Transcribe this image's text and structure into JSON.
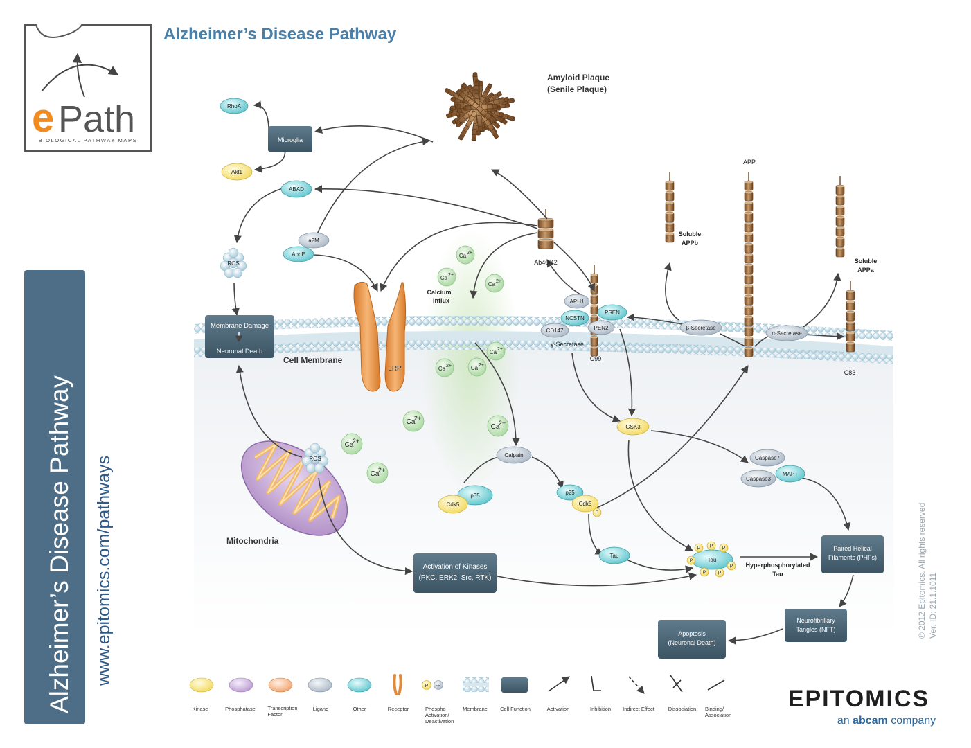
{
  "title": "Alzheimer’s Disease Pathway",
  "logo": {
    "main": "ePath",
    "sub": "BIOLOGICAL PATHWAY MAPS"
  },
  "sidebar": {
    "title": "Alzheimer’s Disease Pathway",
    "url": "www.epitomics.com/pathways"
  },
  "copyright": {
    "line1": "© 2012 Epitomics. All rights reserved",
    "line2": "Ver. ID: 21.1.1011"
  },
  "brand": {
    "name": "EPITOMICS",
    "tagline_pre": "an ",
    "tagline_brand": "abcam",
    "tagline_post": " company"
  },
  "colors": {
    "kinase": "#f6e27a",
    "phosphatase": "#c9b2dc",
    "transcription": "#f5b98c",
    "ligand": "#bcc6d0",
    "other": "#7ed0d6",
    "cell_function": "#4b6676",
    "membrane": "#b8d8e8",
    "fibril": "#9a6a3c"
  },
  "labels": {
    "amyloid1": "Amyloid Plaque",
    "amyloid2": "(Senile Plaque)",
    "app": "APP",
    "soluble_appb1": "Soluble",
    "soluble_appb2": "APPb",
    "soluble_appa1": "Soluble",
    "soluble_appa2": "APPa",
    "ab4042": "Ab40/42",
    "calcium1": "Calcium",
    "calcium2": "Influx",
    "cell_membrane": "Cell Membrane",
    "lrp": "LRP",
    "gamma": "γ-Secretase",
    "c99": "C99",
    "c83": "C83",
    "mito": "Mitochondria",
    "hyper1": "Hyperphosphorylated",
    "hyper2": "Tau"
  },
  "nodes": {
    "rhoa": "RhoA",
    "akt1": "Akt1",
    "microglia": "Microglia",
    "abad": "ABAD",
    "ros1": "ROS",
    "a2m": "a2M",
    "apoe": "ApoE",
    "aph1": "APH1",
    "ncstn": "NCSTN",
    "psen": "PSEN",
    "cd147": "CD147",
    "pen2": "PEN2",
    "beta": "β-Secretase",
    "alpha": "α-Secretase",
    "gsk3": "GSK3",
    "caspase7": "Caspase7",
    "caspase3": "Caspase3",
    "mapt": "MAPT",
    "calpain": "Calpain",
    "p35": "p35",
    "cdk5a": "Cdk5",
    "p25": "p25",
    "cdk5b": "Cdk5",
    "tau1": "Tau",
    "tau2": "Tau",
    "ros2": "ROS",
    "p": "P"
  },
  "ca": {
    "base": "Ca",
    "sup": "2+"
  },
  "boxes": {
    "membrane_damage": "Membrane Damage",
    "neuronal_death": "Neuronal Death",
    "kinases1": "Activation of Kinases",
    "kinases2": "(PKC, ERK2, Src, RTK)",
    "phf1": "Paired Helical",
    "phf2": "Filaments (PHFs)",
    "nft1": "Neurofibrillary",
    "nft2": "Tangles (NFT)",
    "apop1": "Apoptosis",
    "apop2": "(Neuronal Death)"
  },
  "legend": {
    "kinase": "Kinase",
    "phosphatase": "Phosphatase",
    "tf1": "Transcription",
    "tf2": "Factor",
    "ligand": "Ligand",
    "other": "Other",
    "receptor": "Receptor",
    "phospho1": "Phospho",
    "phospho2": "Activation/",
    "phospho3": "Deactivation",
    "membrane": "Membrane",
    "cellfunction": "Cell Function",
    "activation": "Activation",
    "inhibition": "Inhibition",
    "indirect": "Indirect Effect",
    "dissociation": "Dissociation",
    "binding1": "Binding/",
    "binding2": "Association"
  }
}
